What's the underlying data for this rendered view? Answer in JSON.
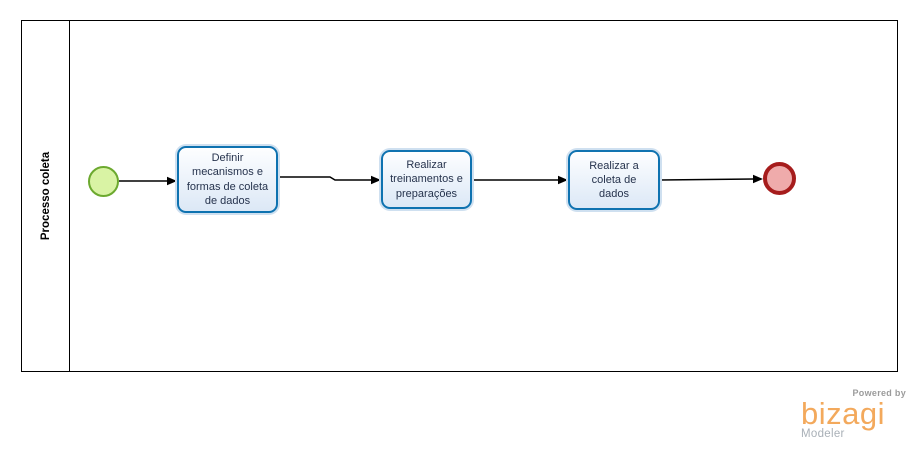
{
  "pool": {
    "label": "Processo coleta"
  },
  "nodes": {
    "start_event": {
      "type": "start-event"
    },
    "tasks": [
      {
        "label": "Definir\nmecanismos e\nformas de coleta\nde dados"
      },
      {
        "label": "Realizar\ntreinamentos e\npreparações"
      },
      {
        "label": "Realizar a\ncoleta de\ndados"
      }
    ],
    "end_event": {
      "type": "end-event"
    }
  },
  "branding": {
    "powered_by": "Powered by",
    "brand": "bizagi",
    "product": "Modeler"
  },
  "colors": {
    "task_border": "#0e72b0",
    "task_fill_top": "#fdfeff",
    "task_fill_bottom": "#dce8f6",
    "task_text": "#26334d",
    "start_fill": "#d9f3a4",
    "start_border": "#6ca92f",
    "end_fill": "#efabab",
    "end_border": "#a61c1c",
    "connector": "#000000",
    "pool_border": "#000000",
    "brand_orange": "#f3a95c",
    "brand_gray": "#9b9b9b",
    "product_gray": "#a9b0b7"
  }
}
